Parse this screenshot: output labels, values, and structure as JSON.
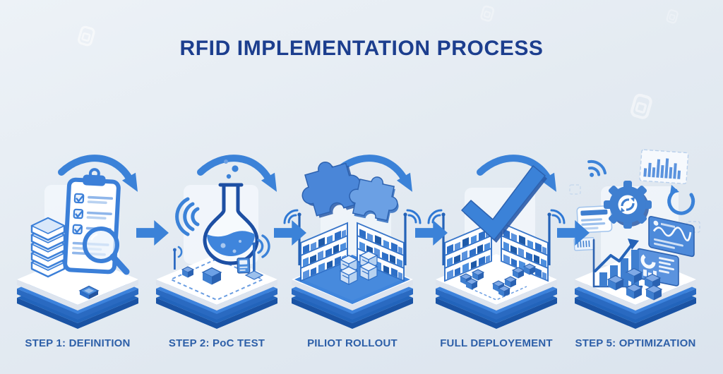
{
  "title": "RFID IMPLEMENTATION PROCESS",
  "steps": [
    {
      "label": "STEP 1: DEFINITION",
      "icon": "clipboard-checklist-magnifier-icon"
    },
    {
      "label": "STEP 2: PoC TEST",
      "icon": "lab-flask-rfid-test-icon"
    },
    {
      "label": "PILIOT ROLLOUT",
      "icon": "puzzle-pieces-warehouse-icon"
    },
    {
      "label": "FULL DEPLOYEMENT",
      "icon": "checkmark-warehouse-icon"
    },
    {
      "label": "STEP 5: OPTIMIZATION",
      "icon": "gear-analytics-dashboard-icon"
    }
  ],
  "connectors": {
    "between_steps_icon": "right-block-arrow-icon",
    "above_steps_icon": "curved-swoosh-arrow-icon"
  },
  "colors": {
    "background_top": "#edf2f7",
    "background_bottom": "#dbe4ee",
    "title_text": "#1c3e8e",
    "label_text": "#2d5fa8",
    "primary_blue": "#3b82d8",
    "deep_blue": "#2264bb",
    "dark_blue": "#1a53a4",
    "light_blue": "#9cc0ec",
    "platform_top": "#ffffff"
  }
}
